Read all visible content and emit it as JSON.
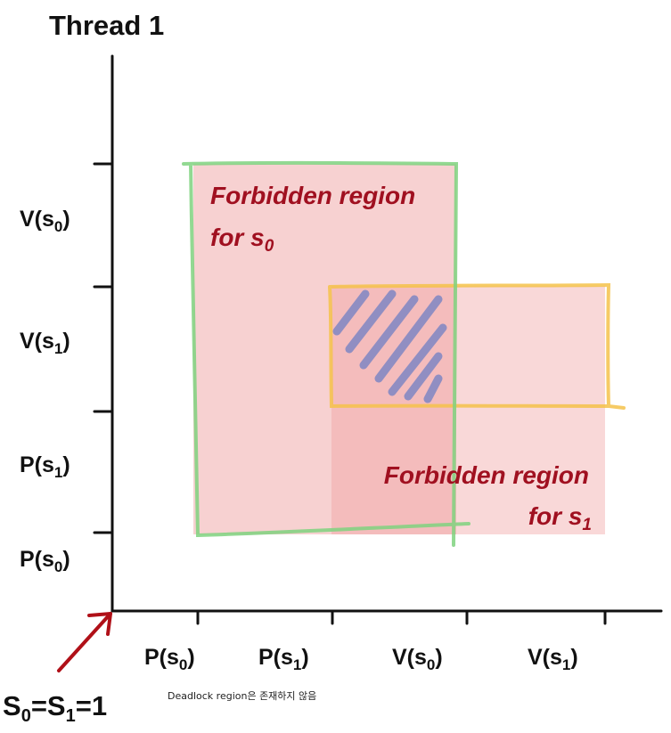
{
  "diagram": {
    "title": "Thread 1",
    "y_labels": [
      {
        "base": "V(s",
        "sub": "0",
        "close": ")"
      },
      {
        "base": "V(s",
        "sub": "1",
        "close": ")"
      },
      {
        "base": "P(s",
        "sub": "1",
        "close": ")"
      },
      {
        "base": "P(s",
        "sub": "0",
        "close": ")"
      }
    ],
    "x_labels": [
      {
        "base": "P(s",
        "sub": "0",
        "close": ")"
      },
      {
        "base": "P(s",
        "sub": "1",
        "close": ")"
      },
      {
        "base": "V(s",
        "sub": "0",
        "close": ")"
      },
      {
        "base": "V(s",
        "sub": "1",
        "close": ")"
      }
    ],
    "region_s0": {
      "line1": "Forbidden region",
      "line2_base": "for s",
      "line2_sub": "0"
    },
    "region_s1": {
      "line1": "Forbidden region",
      "line2_base": "for s",
      "line2_sub": "1"
    },
    "initial_state": {
      "s0": "S",
      "sub0": "0",
      "eq1": "=S",
      "sub1": "1",
      "eq2": "=1"
    },
    "note": "Deadlock region은 존재하지 않음",
    "colors": {
      "forbidden_fill": "#ef9e9e",
      "s0_border": "#7fd27f",
      "s1_border": "#f4c24a",
      "hatch": "#6f7fc4",
      "label_red": "#a01020",
      "arrow_red": "#b01018",
      "axis": "#111111"
    }
  }
}
